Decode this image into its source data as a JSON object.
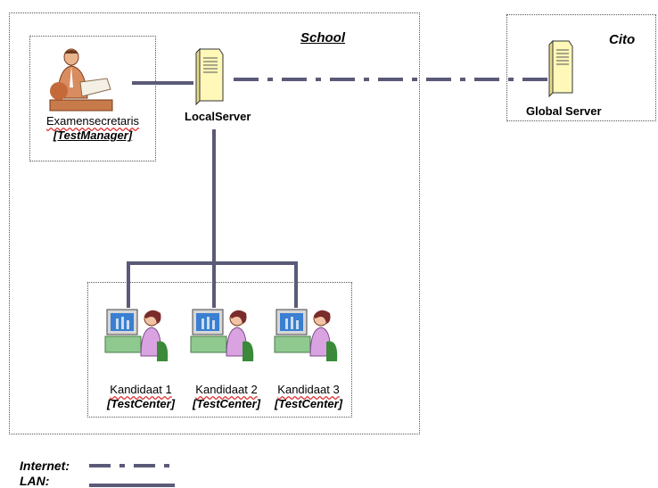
{
  "school": {
    "label": "School"
  },
  "cito": {
    "label": "Cito"
  },
  "manager": {
    "name": "Examensecretaris",
    "role": "[TestManager]"
  },
  "local_server": {
    "label": "LocalServer"
  },
  "global_server": {
    "label": "Global Server"
  },
  "candidates": [
    {
      "name": "Kandidaat 1",
      "role": "[TestCenter]"
    },
    {
      "name": "Kandidaat 2",
      "role": "[TestCenter]"
    },
    {
      "name": "Kandidaat 3",
      "role": "[TestCenter]"
    }
  ],
  "legend": {
    "internet": "Internet:",
    "lan": "LAN:"
  },
  "colors": {
    "line": "#5a5a78",
    "server": "#fff8b8",
    "desk": "#9c6b3c",
    "person": "#d98c5f",
    "shirt": "#d9a2e0",
    "hair": "#7a2b2b",
    "monitor": "#3a7fd1",
    "chair": "#3a8a3a"
  }
}
